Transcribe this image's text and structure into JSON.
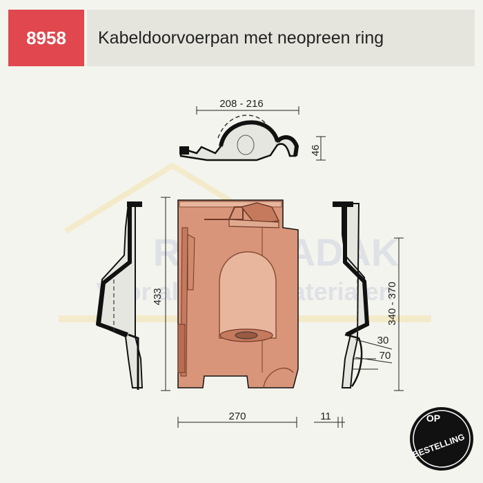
{
  "header": {
    "code": "8958",
    "title": "Kabeldoorvoerpan met neopreen ring"
  },
  "watermark": {
    "brand": "RENOVADAK",
    "tagline": "Voor al uw dakmaterialen"
  },
  "dimensions": {
    "top_width": "208 - 216",
    "top_height": "46",
    "length": "433",
    "width": "270",
    "thickness": "11",
    "range": "340 - 370",
    "d30": "30",
    "d70": "70"
  },
  "badge": {
    "line1": "OP",
    "line2": "BESTELLING"
  },
  "colors": {
    "accent": "#e0474f",
    "tile": "#d9957a",
    "tile_dark": "#c57a5e"
  }
}
